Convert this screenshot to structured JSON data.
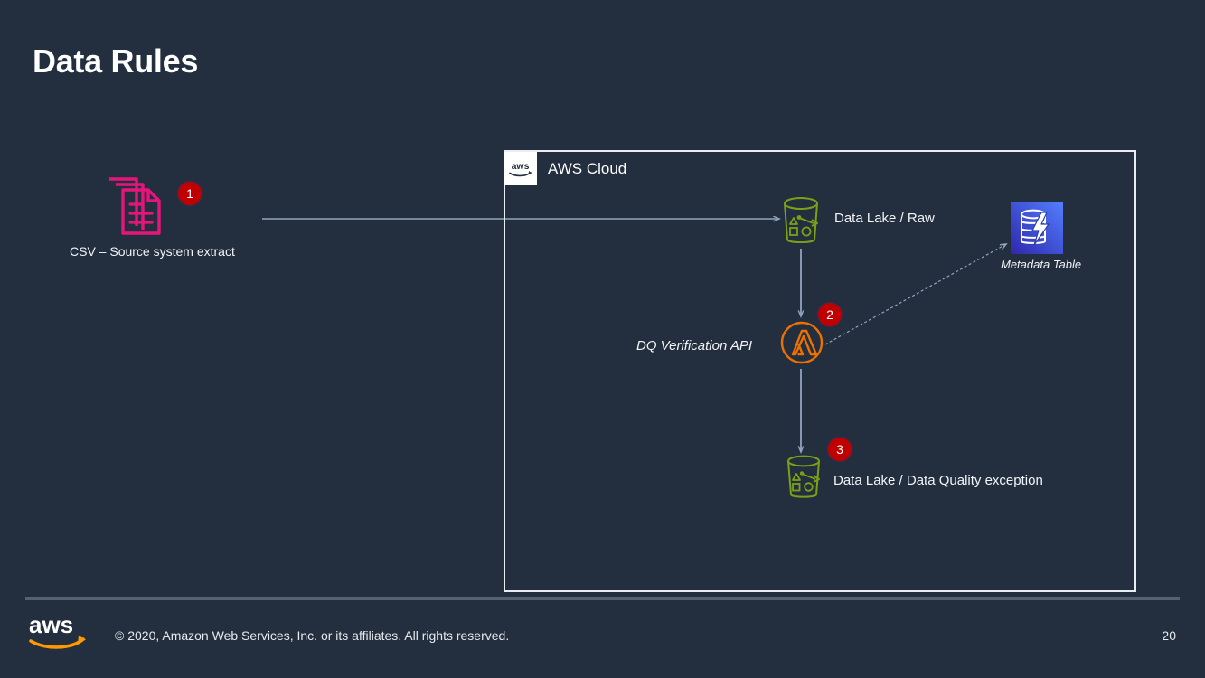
{
  "slide": {
    "title": "Data Rules",
    "page_number": "20",
    "background_color": "#232F3E"
  },
  "colors": {
    "background": "#232F3E",
    "title": "#FFFFFF",
    "badge_red": "#C00000",
    "s3_green": "#7AA116",
    "lambda_orange": "#ED7100",
    "csv_pink": "#E7157B",
    "dynamodb_blue_dark": "#2E27AD",
    "dynamodb_blue_light": "#527FFF",
    "connector": "#8FA5BE",
    "group_border": "#E8EDF3",
    "footer_rule": "#56606E",
    "aws_smile_orange": "#FF9900"
  },
  "group": {
    "label": "AWS Cloud",
    "logo_text": "aws",
    "logo_name": "aws-cloud-logo"
  },
  "nodes": {
    "csv_source": {
      "label": "CSV – Source system extract",
      "icon": "documents-stack-icon",
      "badge": "1",
      "italic": false
    },
    "data_lake_raw": {
      "label": "Data Lake / Raw",
      "icon": "s3-bucket-icon",
      "badge": null,
      "italic": false
    },
    "metadata_table": {
      "label": "Metadata Table",
      "icon": "dynamodb-table-icon",
      "badge": null,
      "italic": true
    },
    "dq_verification_api": {
      "label": "DQ Verification API",
      "icon": "lambda-function-icon",
      "badge": "2",
      "italic": true
    },
    "dq_exception_bucket": {
      "label": "Data Lake / Data Quality exception",
      "icon": "s3-bucket-icon",
      "badge": "3",
      "italic": false
    }
  },
  "connectors": [
    {
      "name": "csv-to-raw-arrow",
      "from": "csv_source",
      "to": "data_lake_raw",
      "style": "solid"
    },
    {
      "name": "raw-to-lambda-arrow",
      "from": "data_lake_raw",
      "to": "dq_verification_api",
      "style": "solid"
    },
    {
      "name": "lambda-to-metadata-arrow",
      "from": "dq_verification_api",
      "to": "metadata_table",
      "style": "dashed"
    },
    {
      "name": "lambda-to-exception-arrow",
      "from": "dq_verification_api",
      "to": "dq_exception_bucket",
      "style": "solid"
    }
  ],
  "footer": {
    "logo_text": "aws",
    "copyright": "© 2020, Amazon Web Services, Inc. or its affiliates. All rights reserved.",
    "page_number": "20"
  }
}
